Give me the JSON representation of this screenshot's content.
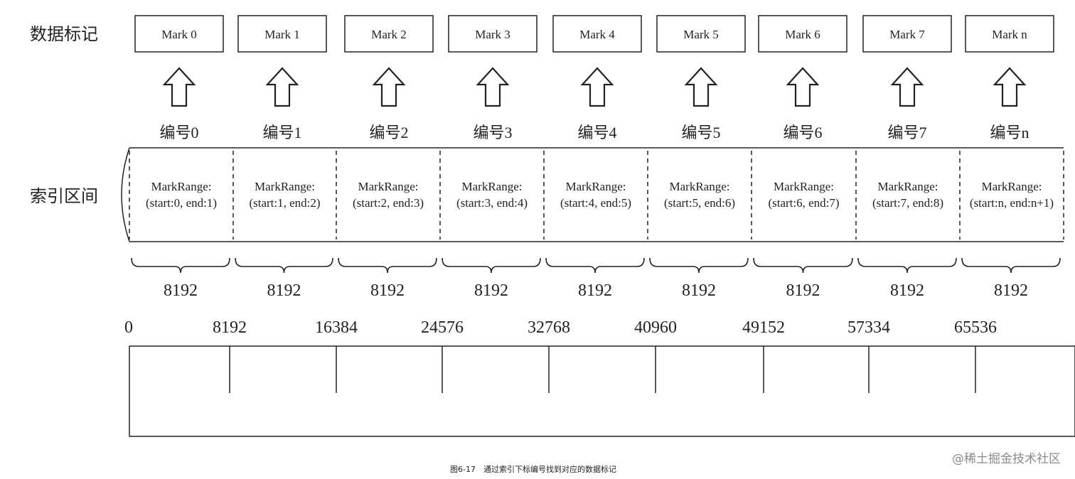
{
  "labels": {
    "data_marks": "数据标记",
    "index_range": "索引区间"
  },
  "marks": [
    "Mark 0",
    "Mark 1",
    "Mark 2",
    "Mark 3",
    "Mark 4",
    "Mark 5",
    "Mark 6",
    "Mark 7",
    "Mark n"
  ],
  "numbers": [
    "编号0",
    "编号1",
    "编号2",
    "编号3",
    "编号4",
    "编号5",
    "编号6",
    "编号7",
    "编号n"
  ],
  "ranges": [
    {
      "title": "MarkRange:",
      "detail": "(start:0, end:1)"
    },
    {
      "title": "MarkRange:",
      "detail": "(start:1, end:2)"
    },
    {
      "title": "MarkRange:",
      "detail": "(start:2, end:3)"
    },
    {
      "title": "MarkRange:",
      "detail": "(start:3, end:4)"
    },
    {
      "title": "MarkRange:",
      "detail": "(start:4, end:5)"
    },
    {
      "title": "MarkRange:",
      "detail": "(start:5, end:6)"
    },
    {
      "title": "MarkRange:",
      "detail": "(start:6, end:7)"
    },
    {
      "title": "MarkRange:",
      "detail": "(start:7, end:8)"
    },
    {
      "title": "MarkRange:",
      "detail": "(start:n, end:n+1)"
    }
  ],
  "granule_sizes": [
    "8192",
    "8192",
    "8192",
    "8192",
    "8192",
    "8192",
    "8192",
    "8192",
    "8192"
  ],
  "scale_ticks": [
    "0",
    "8192",
    "16384",
    "24576",
    "32768",
    "40960",
    "49152",
    "57334",
    "65536"
  ],
  "caption": "图6-17　通过索引下标编号找到对应的数据标记",
  "watermark": "@稀土掘金技术社区",
  "icons": [
    "up-arrow-icon",
    "curly-brace-icon"
  ]
}
